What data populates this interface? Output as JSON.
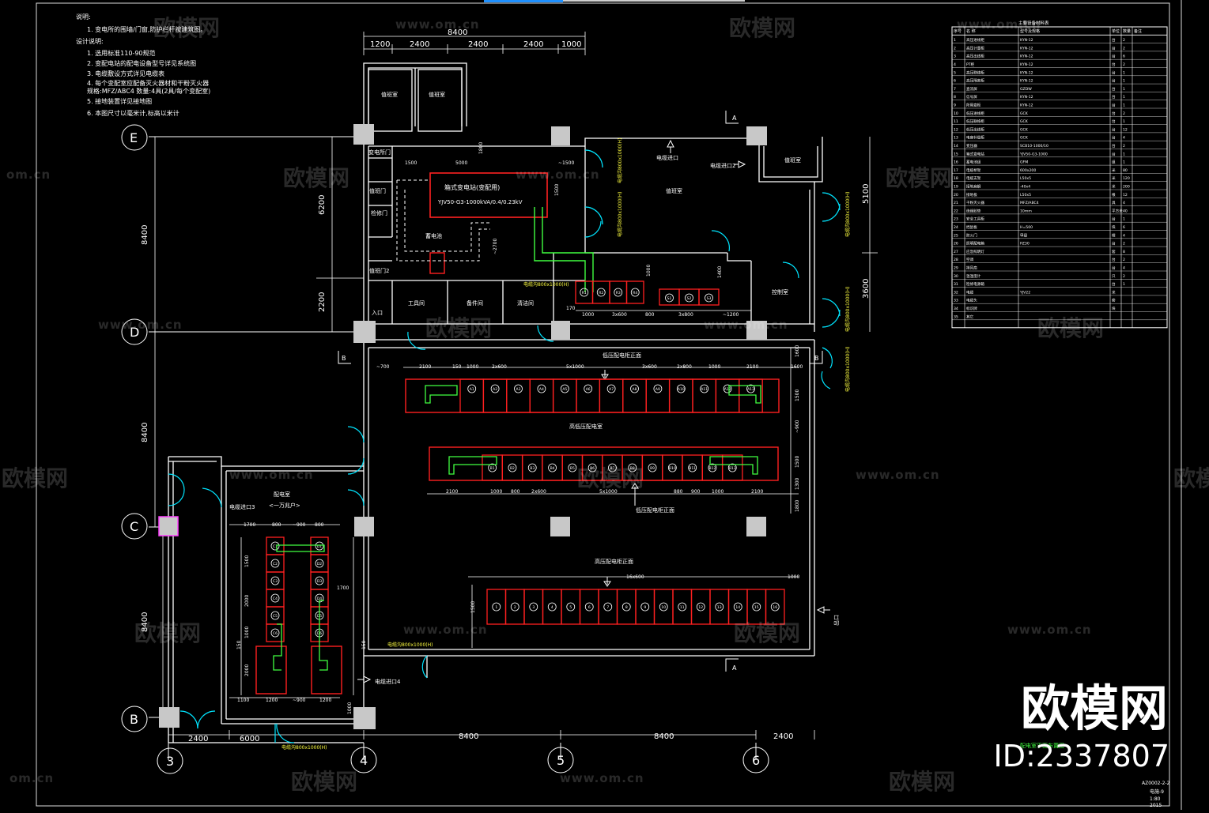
{
  "watermark": {
    "brand": "欧模网",
    "url": "www.om.cn",
    "url_partial": "om.cn",
    "id_label": "ID:2337807"
  },
  "axes": {
    "rows": [
      "E",
      "D",
      "C",
      "B"
    ],
    "cols": [
      "3",
      "4",
      "5",
      "6"
    ]
  },
  "dims": {
    "top_total": "8400",
    "top_parts": [
      "1200",
      "2400",
      "2400",
      "2400",
      "1000"
    ],
    "left": [
      "8400",
      "8400",
      "8400"
    ],
    "left_inner": [
      "6200",
      "2200"
    ],
    "right": [
      "5100",
      "3600"
    ],
    "bottom": [
      "2400",
      "6000",
      "8400",
      "8400",
      "2400"
    ],
    "rect_top": [
      "1500",
      "5000",
      "~1500"
    ],
    "rect_side": [
      "1800",
      "1500",
      "~2700"
    ],
    "rowA": [
      "1000",
      "3x600",
      "800",
      "3x800",
      "~1200"
    ],
    "rowA_v": [
      "1000",
      "1400",
      "170"
    ],
    "hall_top": [
      "~700",
      "2100",
      "150",
      "1000",
      "2x600",
      "5x1000",
      "3x600",
      "2x800",
      "1000",
      "2100",
      "1600"
    ],
    "hall_mid": [
      "2100",
      "1000",
      "800",
      "2x600",
      "5x1000",
      "880",
      "900",
      "1000",
      "2100"
    ],
    "hall_right": [
      "1600",
      "1500",
      "~900",
      "1500",
      "1300",
      "1800"
    ],
    "hall_low": [
      "16x600",
      "1000",
      "1500"
    ],
    "cable_room_top": [
      "1700",
      "800",
      "~900",
      "800"
    ],
    "cable_room_side": [
      "1500",
      "2000",
      "1000",
      "2000",
      "150",
      "1700",
      "150",
      "1000"
    ],
    "cable_room_bottom": [
      "1100",
      "1200",
      "~900",
      "1200"
    ]
  },
  "rooms": {
    "r1": "值班室",
    "r2": "值班室",
    "tools": "工具间",
    "spare": "备件间",
    "cleaning": "清洁间",
    "duty": "值班室",
    "control": "控制室",
    "hall": "高低压配电室",
    "cable": "配电室",
    "cable_sub": "<一万兆户>",
    "transformer": "箱式变电站(变配用)",
    "transformer_spec": "YJV50-G3-1000kVA/0.4/0.23kV",
    "battery": "蓄电池",
    "entry1": "电缆进口",
    "entry2": "电缆进口2",
    "entry3": "电缆进口3",
    "entry4": "电缆进口4",
    "door1": "变电所门",
    "door2": "值班门",
    "door3": "检修门",
    "door4": "入口",
    "door5": "值班门2",
    "cabinet_top": "低压配电柜正面",
    "cabinet_mid": "低压配电柜正面",
    "cabinet_low": "高压配电柜正面",
    "exit": "出口"
  },
  "trench_labels": {
    "t1": "电缆沟800x1000(H)",
    "t2": "电缆沟800x1000(H)",
    "t3": "电缆沟800x1000(H)",
    "t4": "电缆沟800x1000(H)",
    "t5": "电缆沟800x1000(H)",
    "t6": "电缆沟800x1000(H)",
    "t7": "电缆沟800x1000(H)"
  },
  "notes": {
    "title": "说明:",
    "lines": [
      "1. 变电所的围墙/门窗,防护栏杆按建筑图。",
      "设计说明:",
      "1. 选用标准110-90规范",
      "2. 变配电站的配电设备型号详见系统图",
      "3. 电缆敷设方式详见电缆表",
      "4. 每个变配室应配备灭火器材和干粉灭火器",
      "   规格:MFZ/ABC4 数量:4具(2具/每个变配室)",
      "5. 接地装置详见接地图",
      "6. 本图尺寸以毫米计,标高以米计"
    ]
  },
  "table": {
    "title": "主要设备材料表",
    "headers": [
      "序号",
      "名 称",
      "型号及规格",
      "单位",
      "数量",
      "备注"
    ],
    "rows": [
      [
        "1",
        "高压进线柜",
        "KYN-12",
        "台",
        "2",
        ""
      ],
      [
        "2",
        "高压计量柜",
        "KYN-12",
        "台",
        "2",
        ""
      ],
      [
        "3",
        "高压出线柜",
        "KYN-12",
        "台",
        "6",
        ""
      ],
      [
        "4",
        "PT柜",
        "KYN-12",
        "台",
        "2",
        ""
      ],
      [
        "5",
        "高压联络柜",
        "KYN-12",
        "台",
        "1",
        ""
      ],
      [
        "6",
        "高压隔离柜",
        "KYN-12",
        "台",
        "1",
        ""
      ],
      [
        "7",
        "直流屏",
        "GZDW",
        "台",
        "1",
        ""
      ],
      [
        "8",
        "信号屏",
        "KYN-12",
        "台",
        "1",
        ""
      ],
      [
        "9",
        "所用变柜",
        "KYN-12",
        "台",
        "1",
        ""
      ],
      [
        "10",
        "低压进线柜",
        "GCK",
        "台",
        "2",
        ""
      ],
      [
        "11",
        "低压联络柜",
        "GCK",
        "台",
        "1",
        ""
      ],
      [
        "12",
        "低压出线柜",
        "GCK",
        "台",
        "12",
        ""
      ],
      [
        "13",
        "电容补偿柜",
        "GCK",
        "台",
        "4",
        ""
      ],
      [
        "14",
        "变压器",
        "SCB10-1000/10",
        "台",
        "2",
        ""
      ],
      [
        "15",
        "箱式变电站",
        "YJV50-G3-1000",
        "台",
        "1",
        ""
      ],
      [
        "16",
        "蓄电池组",
        "GFM",
        "组",
        "1",
        ""
      ],
      [
        "17",
        "电缆桥架",
        "600x200",
        "米",
        "80",
        ""
      ],
      [
        "18",
        "电缆支架",
        "L50x5",
        "米",
        "120",
        ""
      ],
      [
        "19",
        "接地扁钢",
        "-40x4",
        "米",
        "200",
        ""
      ],
      [
        "20",
        "接地极",
        "L50x5",
        "根",
        "12",
        ""
      ],
      [
        "21",
        "干粉灭火器",
        "MFZ/ABC4",
        "具",
        "4",
        ""
      ],
      [
        "22",
        "绝缘胶垫",
        "10mm",
        "平方米",
        "40",
        ""
      ],
      [
        "23",
        "安全工具柜",
        "",
        "台",
        "1",
        ""
      ],
      [
        "24",
        "挡鼠板",
        "H=500",
        "块",
        "6",
        ""
      ],
      [
        "25",
        "防火门",
        "甲级",
        "樘",
        "4",
        ""
      ],
      [
        "26",
        "照明配电箱",
        "PZ30",
        "台",
        "2",
        ""
      ],
      [
        "27",
        "应急照明灯",
        "",
        "套",
        "8",
        ""
      ],
      [
        "28",
        "空调",
        "",
        "台",
        "2",
        ""
      ],
      [
        "29",
        "排风扇",
        "",
        "台",
        "4",
        ""
      ],
      [
        "30",
        "温湿度计",
        "",
        "只",
        "2",
        ""
      ],
      [
        "31",
        "检修电源箱",
        "",
        "台",
        "1",
        ""
      ],
      [
        "32",
        "电缆",
        "YJV22",
        "米",
        "",
        ""
      ],
      [
        "33",
        "电缆头",
        "",
        "套",
        "",
        ""
      ],
      [
        "34",
        "标识牌",
        "",
        "块",
        "",
        ""
      ],
      [
        "35",
        "其它",
        "",
        "",
        "",
        ""
      ]
    ]
  },
  "titleblock": {
    "name": "配电室平面布置图",
    "code": "AZ0002-2-2",
    "sheet": "电施-9",
    "scale": "1:80",
    "date": "2015"
  },
  "low_cabinets": [
    "1",
    "2",
    "3",
    "4",
    "5",
    "6",
    "7",
    "8",
    "9",
    "10",
    "11",
    "12",
    "13",
    "14",
    "15",
    "16"
  ],
  "top_cabinets": [
    "A1",
    "A2",
    "A3",
    "A4",
    "A5",
    "A6",
    "A7",
    "A8",
    "A9",
    "A10",
    "A11",
    "A12",
    "A13"
  ],
  "mid_cabinets": [
    "B1",
    "B2",
    "B3",
    "B4",
    "B5",
    "B6",
    "B7",
    "B8",
    "B9",
    "B10",
    "B11",
    "B12",
    "B13"
  ],
  "rowA_cabinets": [
    "R1",
    "R2",
    "R3",
    "R4"
  ],
  "rowB_cabinets": [
    "S1",
    "S2",
    "S3"
  ],
  "cable_cabinets_left": [
    "C1",
    "C2",
    "C3",
    "C4",
    "C5",
    "C6"
  ],
  "cable_cabinets_right": [
    "D1",
    "D2",
    "D3",
    "D4",
    "D5",
    "D6"
  ],
  "colors": {
    "wall": "#ffffff",
    "dim": "#ffffff",
    "cabinet": "#ff2020",
    "cable": "#40ff40",
    "door": "#00e5ff",
    "column": "#c8c8c8",
    "trench_text": "#ffff40"
  }
}
